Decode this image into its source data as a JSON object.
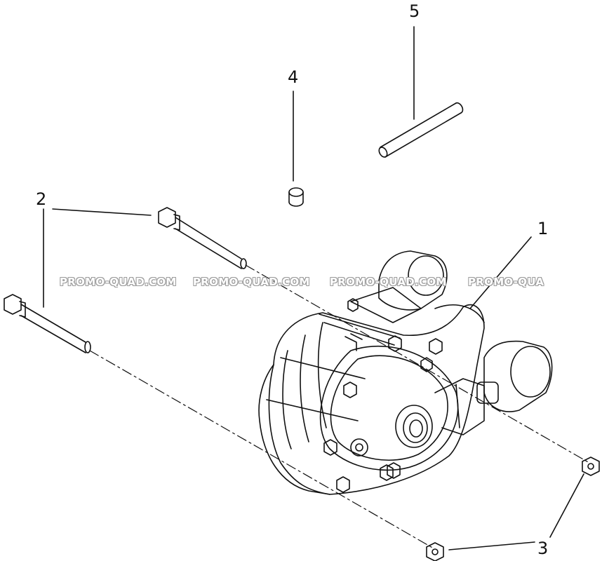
{
  "callouts": {
    "c1": "1",
    "c2": "2",
    "c3": "3",
    "c4": "4",
    "c5": "5"
  },
  "watermark": {
    "w1": "PROMO-QUAD.COM",
    "w2": "PROMO-QUAD.COM",
    "w3": "PROMO-QUAD.COM",
    "w4": "PROMO-QUA"
  },
  "colors": {
    "line": "#111111",
    "watermark_outline": "#9a9a9a",
    "background": "#ffffff"
  }
}
